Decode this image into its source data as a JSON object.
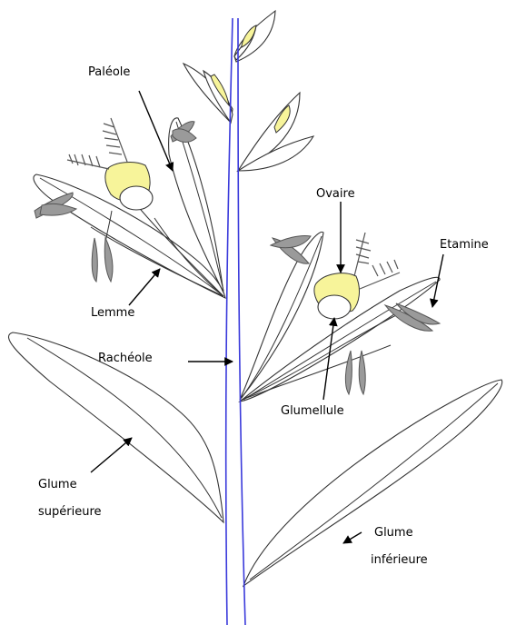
{
  "labels": {
    "paleole": "Paléole",
    "lemme": "Lemme",
    "racheole": "Rachéole",
    "glume_superieure_1": "Glume",
    "glume_superieure_2": "supérieure",
    "ovaire": "Ovaire",
    "etamine": "Etamine",
    "glumellule": "Glumellule",
    "glume_inferieure_1": "Glume",
    "glume_inferieure_2": "inférieure"
  },
  "colors": {
    "rachilla": "#3a3adb",
    "ovary": "#f7f49a",
    "anther": "#9a9a9a",
    "stigma": "#555555",
    "outline": "#333333"
  }
}
